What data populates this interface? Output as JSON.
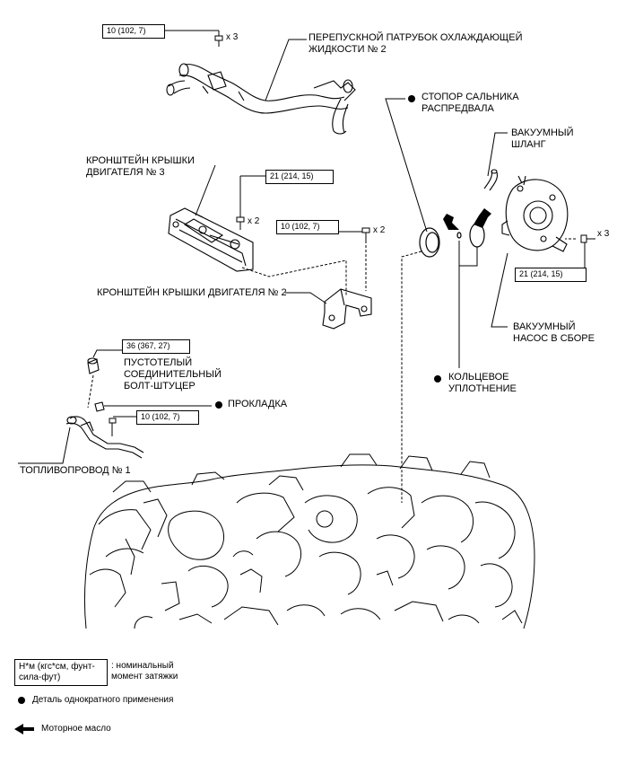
{
  "labels": {
    "bypass_pipe": "ПЕРЕПУСКНОЙ ПАТРУБОК ОХЛАЖДАЮЩЕЙ\nЖИДКОСТИ № 2",
    "cam_seal": "СТОПОР САЛЬНИКА\nРАСПРЕДВАЛА",
    "vacuum_hose": "ВАКУУМНЫЙ\nШЛАНГ",
    "bracket3": "КРОНШТЕЙН КРЫШКИ\nДВИГАТЕЛЯ № 3",
    "bracket2": "КРОНШТЕЙН КРЫШКИ ДВИГАТЕЛЯ № 2",
    "vacuum_pump": "ВАКУУМНЫЙ\nНАСОС В СБОРЕ",
    "union_bolt": "ПУСТОТЕЛЫЙ\nСОЕДИНИТЕЛЬНЫЙ\nБОЛТ-ШТУЦЕР",
    "gasket": "ПРОКЛАДКА",
    "o_ring": "КОЛЬЦЕВОЕ\nУПЛОТНЕНИЕ",
    "fuel_pipe": "ТОПЛИВОПРОВОД № 1"
  },
  "torques": {
    "t1": "10 (102, 7)",
    "t2": "21 (214, 15)",
    "t3": "10 (102, 7)",
    "t4": "21 (214, 15)",
    "t5": "36 (367, 27)",
    "t6": "10 (102, 7)"
  },
  "quantities": {
    "q1": "x 3",
    "q2": "x 2",
    "q3": "x 2",
    "q4": "x 3"
  },
  "legend": {
    "torque_unit": "Н*м (кгс*см, фунт-\nсила-фут)",
    "torque_desc": ": номинальный\nмомент затяжки",
    "non_reusable": "Деталь однократного применения",
    "engine_oil": "Моторное масло"
  }
}
